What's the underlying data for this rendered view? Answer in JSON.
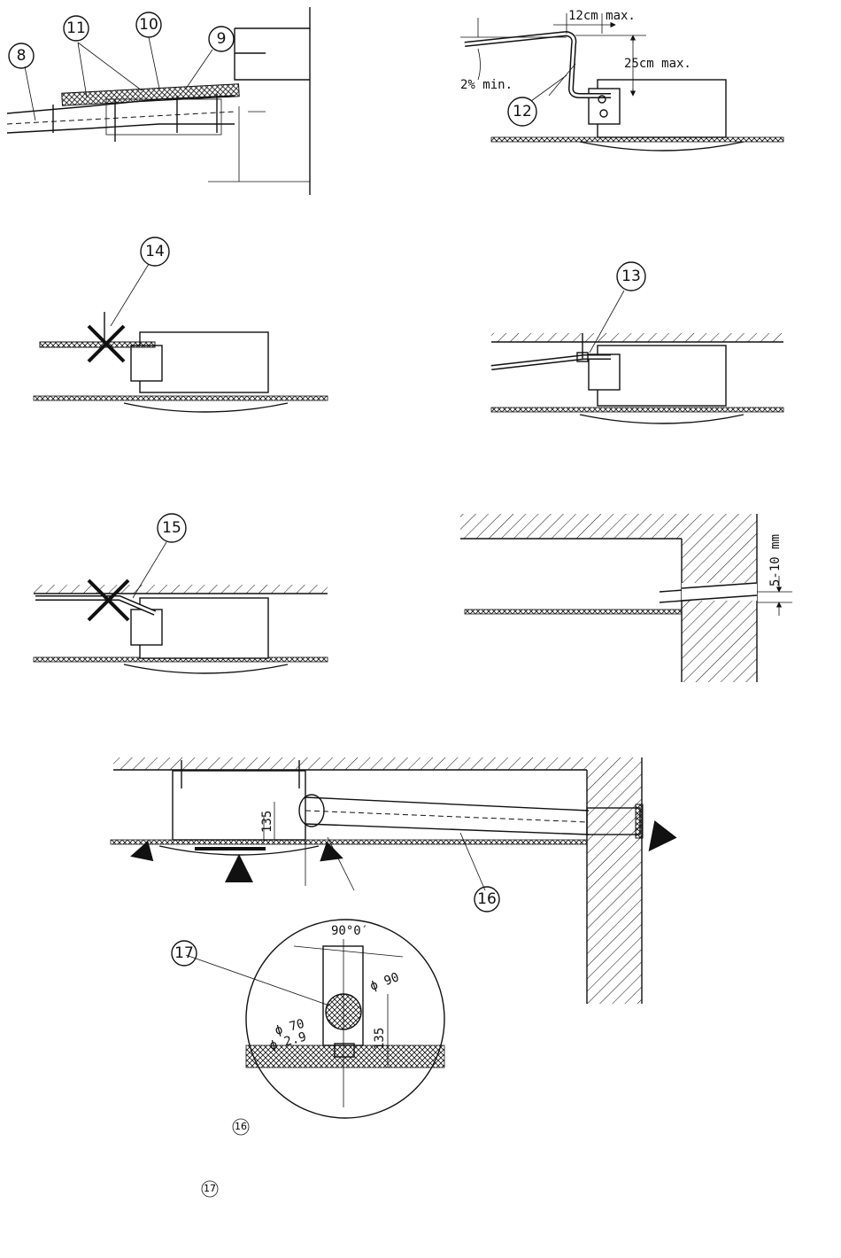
{
  "callouts": {
    "c8": "8",
    "c9": "9",
    "c10": "10",
    "c11": "11",
    "c12": "12",
    "c13": "13",
    "c14": "14",
    "c15": "15",
    "c16": "16",
    "c17": "17"
  },
  "dimensions": {
    "twelve_cm": "12cm max.",
    "twentyfive_cm": "25cm max.",
    "slope": "2% min.",
    "wall_gap": "5-10 mm",
    "height_135": "135",
    "angle": "90°0′",
    "phi90": "ϕ 90",
    "phi70": "ϕ 70",
    "phi29": "ϕ 2.9",
    "height_135b": "135"
  },
  "bottom_refs": {
    "ref16": "16",
    "ref17": "17"
  }
}
